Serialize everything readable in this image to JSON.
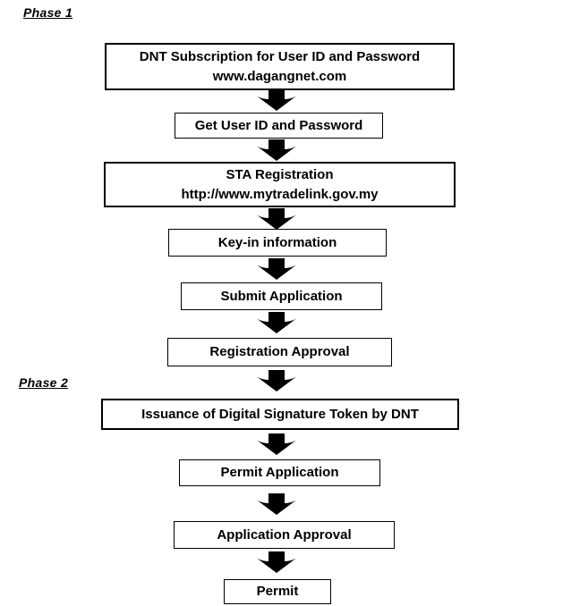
{
  "colors": {
    "background": "#ffffff",
    "box_border": "#000000",
    "text": "#000000",
    "arrow": "#000000"
  },
  "phases": [
    {
      "label": "Phase 1"
    },
    {
      "label": "Phase 2"
    }
  ],
  "flowchart": {
    "arrow_icon": "down-block-arrow",
    "nodes": [
      {
        "id": "dnt-subscription",
        "lines": [
          "DNT Subscription for User ID and Password",
          "www.dagangnet.com"
        ]
      },
      {
        "id": "get-user-id",
        "lines": [
          "Get User ID and Password"
        ]
      },
      {
        "id": "sta-registration",
        "lines": [
          "STA Registration",
          "http://www.mytradelink.gov.my"
        ]
      },
      {
        "id": "key-in-information",
        "lines": [
          "Key-in information"
        ]
      },
      {
        "id": "submit-application",
        "lines": [
          "Submit Application"
        ]
      },
      {
        "id": "registration-approval",
        "lines": [
          "Registration Approval"
        ]
      },
      {
        "id": "issuance-token",
        "lines": [
          "Issuance of Digital Signature Token by DNT"
        ]
      },
      {
        "id": "permit-application",
        "lines": [
          "Permit Application"
        ]
      },
      {
        "id": "application-approval",
        "lines": [
          "Application Approval"
        ]
      },
      {
        "id": "permit",
        "lines": [
          "Permit"
        ]
      }
    ]
  }
}
